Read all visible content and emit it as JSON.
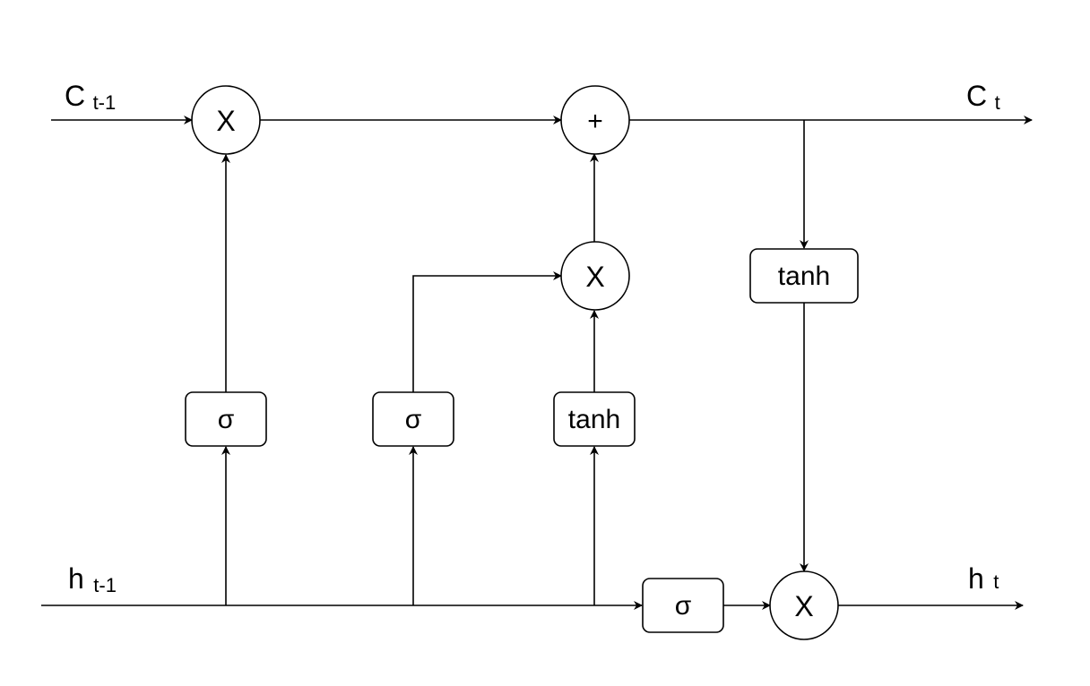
{
  "inputs": {
    "cell_prev": {
      "main": "C",
      "sub": "t-1"
    },
    "hidden_prev": {
      "main": "h",
      "sub": "t-1"
    }
  },
  "outputs": {
    "cell_out": {
      "main": "C",
      "sub": "t"
    },
    "hidden_out": {
      "main": "h",
      "sub": "t"
    }
  },
  "operations": {
    "forget_multiply": "X",
    "cell_add": "+",
    "input_multiply": "X",
    "output_multiply": "X"
  },
  "gates": {
    "forget_gate": "σ",
    "input_gate": "σ",
    "candidate_gate": "tanh",
    "output_gate": "σ",
    "cell_tanh": "tanh"
  }
}
